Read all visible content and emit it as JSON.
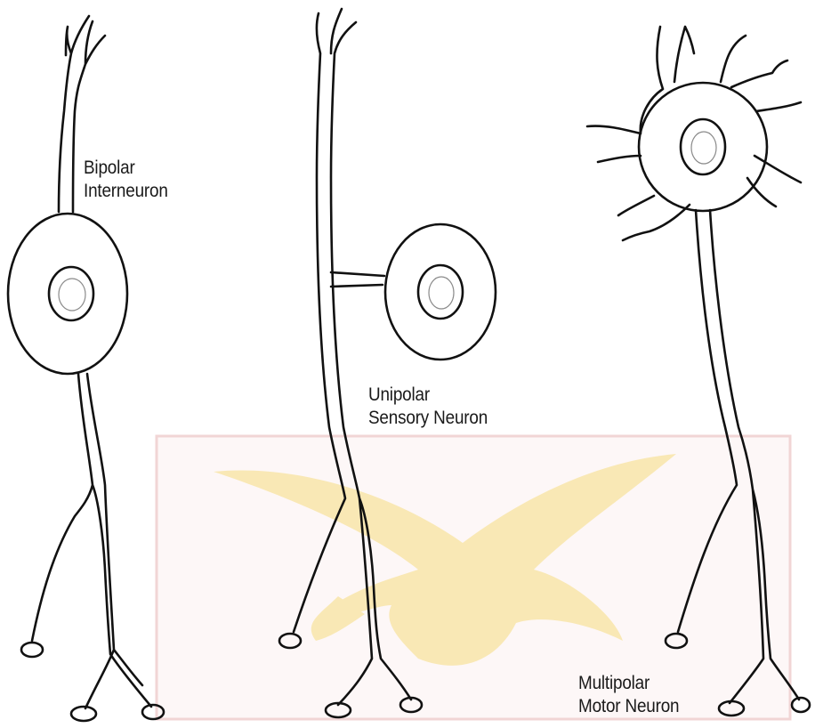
{
  "labels": {
    "bipolar": {
      "line1": "Bipolar",
      "line2": "Interneuron"
    },
    "unipolar": {
      "line1": "Unipolar",
      "line2": "Sensory Neuron"
    },
    "multipolar": {
      "line1": "Multipolar",
      "line2": "Motor Neuron"
    }
  },
  "watermark": {
    "icon": "eagle-emblem",
    "color": "#f3d36a",
    "frame_color": "#f2c4c4"
  }
}
